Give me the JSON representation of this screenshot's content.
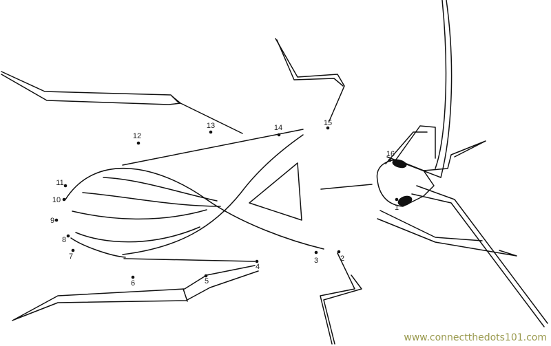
{
  "puzzle": {
    "dot_labels": [
      "1",
      "2",
      "3",
      "4",
      "5",
      "6",
      "7",
      "8",
      "9",
      "10",
      "11",
      "12",
      "13",
      "14",
      "15",
      "16"
    ],
    "line_color": "#111111"
  },
  "footer": {
    "site": "www.connectthedots101.com"
  }
}
